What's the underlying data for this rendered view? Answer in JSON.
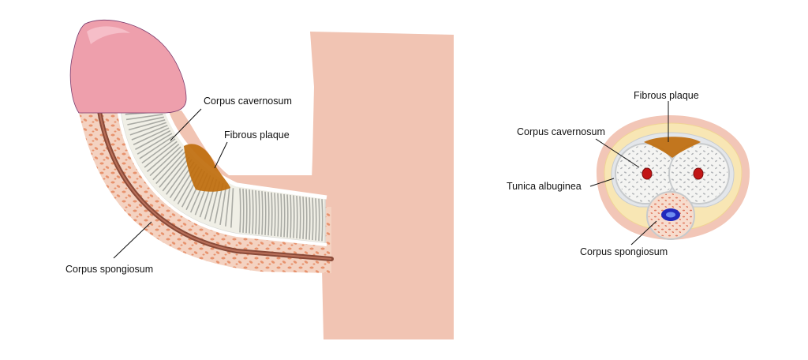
{
  "side_view": {
    "labels": {
      "corpus_cavernosum": "Corpus cavernosum",
      "fibrous_plaque": "Fibrous plaque",
      "corpus_spongiosum": "Corpus spongiosum"
    }
  },
  "cross_section": {
    "labels": {
      "fibrous_plaque": "Fibrous plaque",
      "corpus_cavernosum": "Corpus cavernosum",
      "tunica_albuginea": "Tunica albuginea",
      "corpus_spongiosum": "Corpus spongiosum"
    }
  },
  "colors": {
    "skin": "#f1c4b3",
    "glans": "#ee9fac",
    "spongy_tissue": "#f4d2c1",
    "spongy_spots": "#e58b64",
    "urethra": "#8a4a38",
    "plaque": "#bf6d0c",
    "cavernous_fill": "#f0efe6",
    "cross_outer": "#f2c6b7",
    "cross_tunica": "#f8e6b4",
    "cross_inner": "#e3e6ea",
    "artery": "#c21515",
    "urethra_blue": "#2229bd"
  }
}
